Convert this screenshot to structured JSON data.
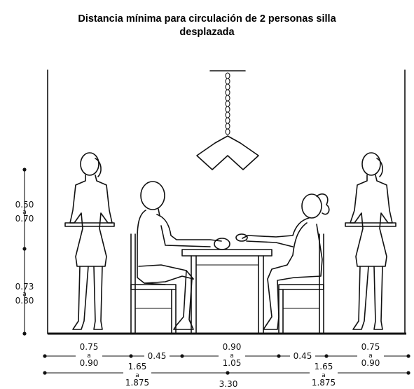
{
  "title": {
    "line1": "Distancia mínima para circulación de 2 personas silla",
    "line2": "desplazada"
  },
  "left_dimensions": {
    "upper": {
      "min": "0.50",
      "sep": "a",
      "max": "0.70"
    },
    "lower": {
      "min": "0.73",
      "sep": "a",
      "max": "0.80"
    }
  },
  "bottom_dimensions": {
    "row1": [
      {
        "min": "0.75",
        "sep": "a",
        "max": "0.90"
      },
      {
        "single": "0.45"
      },
      {
        "min": "0.90",
        "sep": "a",
        "max": "1.05"
      },
      {
        "single": "0.45"
      },
      {
        "min": "0.75",
        "sep": "a",
        "max": "0.90"
      }
    ],
    "row2": [
      {
        "min": "1.65",
        "sep": "a",
        "max": "1.875"
      },
      {
        "single": "3.30"
      },
      {
        "min": "1.65",
        "sep": "a",
        "max": "1.875"
      }
    ]
  }
}
